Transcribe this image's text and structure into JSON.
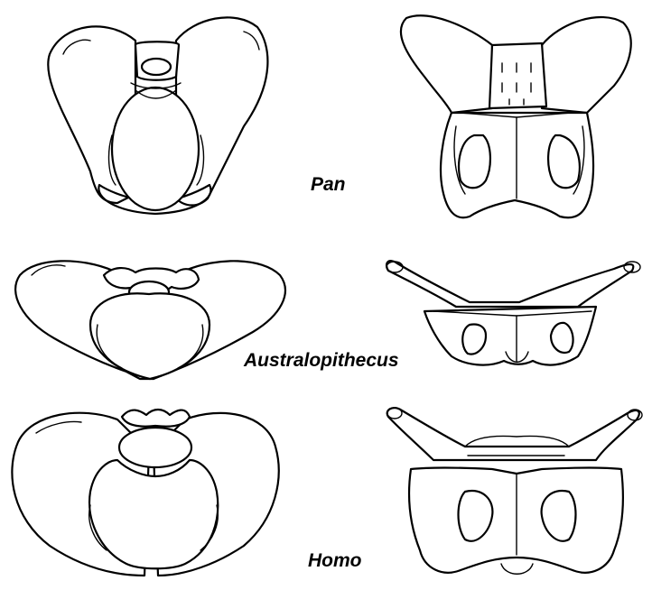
{
  "labels": {
    "pan": "Pan",
    "australopithecus": "Australopithecus",
    "homo": "Homo"
  },
  "colors": {
    "line": "#000000",
    "background": "#ffffff"
  }
}
